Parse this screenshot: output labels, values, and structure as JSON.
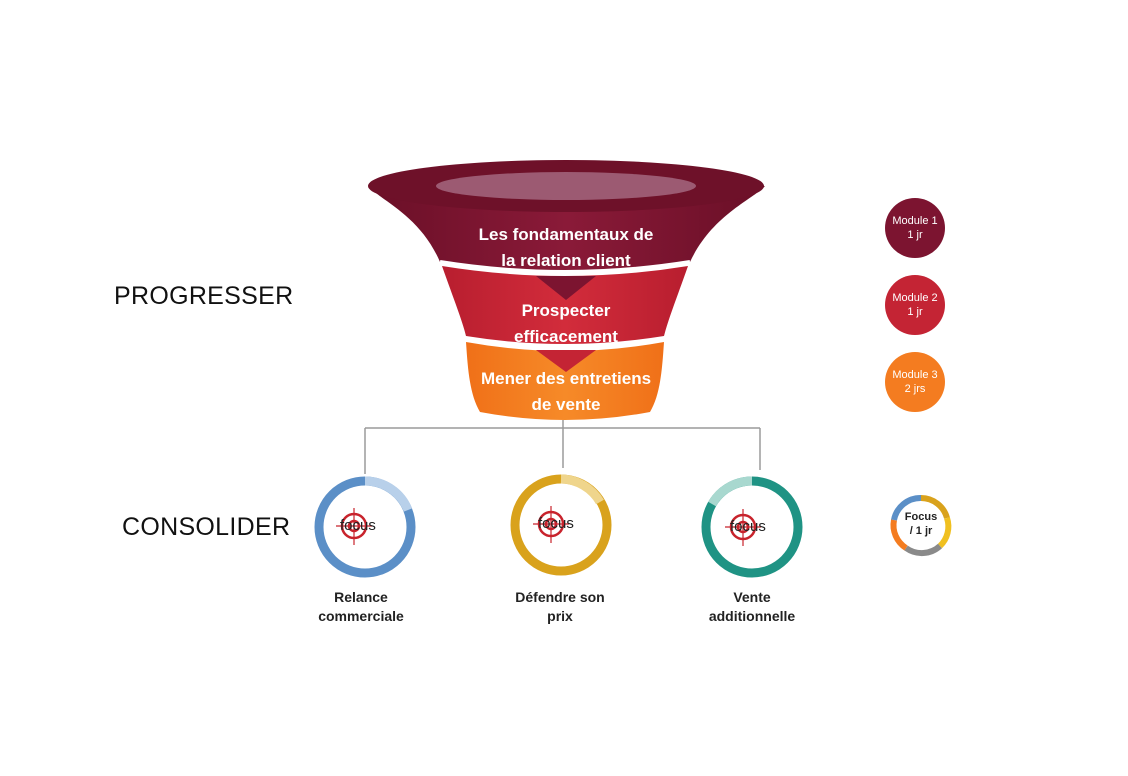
{
  "side_labels": {
    "progresser": "PROGRESSER",
    "consolider": "CONSOLIDER"
  },
  "funnel": {
    "levels": [
      {
        "line1": "Les fondamentaux de",
        "line2": "la relation client",
        "color": "#7c1430"
      },
      {
        "line1": "Prospecter",
        "line2": "efficacement",
        "color": "#c42434"
      },
      {
        "line1": "Mener des entretiens",
        "line2": "de vente",
        "color": "#f47c20"
      }
    ]
  },
  "modules": [
    {
      "line1": "Module 1",
      "line2": "1 jr",
      "color": "#7c1430"
    },
    {
      "line1": "Module 2",
      "line2": "1 jr",
      "color": "#c42434"
    },
    {
      "line1": "Module 3",
      "line2": "2 jrs",
      "color": "#f47c20"
    }
  ],
  "focus_items": [
    {
      "word": "focus",
      "line1": "Relance",
      "line2": "commerciale",
      "ring_color": "#5b8fc7",
      "ring_light": "#b8d0ea"
    },
    {
      "word": "focus",
      "line1": "Défendre son",
      "line2": "prix",
      "ring_color": "#d9a21c",
      "ring_light": "#efd58c"
    },
    {
      "word": "focus",
      "line1": "Vente",
      "line2": "additionnelle",
      "ring_color": "#1f9384",
      "ring_light": "#a8d8cf"
    }
  ],
  "focus_legend": {
    "line1": "Focus",
    "line2": "/ 1 jr"
  }
}
